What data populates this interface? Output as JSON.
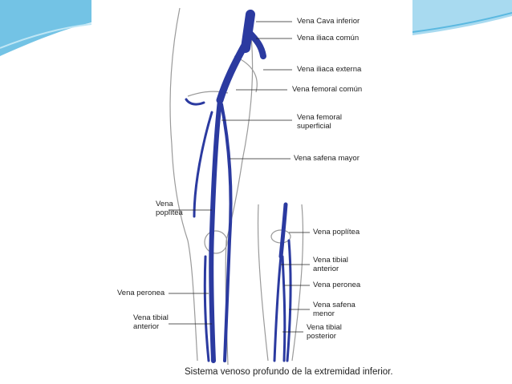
{
  "theme": {
    "vein_color": "#2b3aa0",
    "accent_left": "#5ab8e0",
    "accent_right": "#9fd6ee"
  },
  "labels": {
    "cava": "Vena Cava inferior",
    "iliaca_comun": "Vena iliaca común",
    "iliaca_externa": "Vena iliaca externa",
    "femoral_comun": "Vena femoral común",
    "femoral_superficial_1": "Vena femoral",
    "femoral_superficial_2": "superficial",
    "safena_mayor": "Vena safena mayor",
    "poplitea_left_1": "Vena",
    "poplitea_left_2": "poplítea",
    "peronea_left": "Vena peronea",
    "tibial_anterior_left_1": "Vena tibial",
    "tibial_anterior_left_2": "anterior",
    "poplitea_right": "Vena poplítea",
    "tibial_anterior_right_1": "Vena tibial",
    "tibial_anterior_right_2": "anterior",
    "peronea_right": "Vena peronea",
    "safena_menor_1": "Vena safena",
    "safena_menor_2": "menor",
    "tibial_posterior_1": "Vena tibial",
    "tibial_posterior_2": "posterior"
  },
  "caption": "Sistema venoso profundo de la extremidad inferior."
}
